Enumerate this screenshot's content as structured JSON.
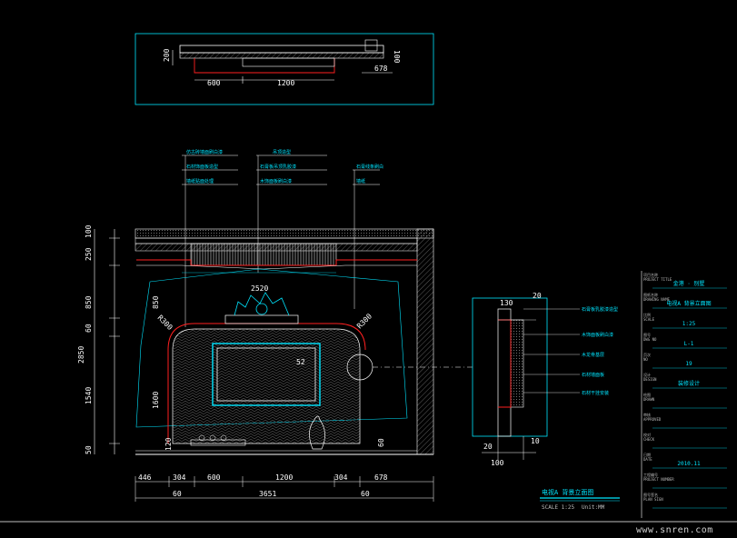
{
  "plan_view": {
    "dims_bottom": [
      "600",
      "1200"
    ],
    "dims_right_top": "100",
    "dims_right_bottom": "678",
    "dim_left": "200"
  },
  "callouts": {
    "left": [
      "仿古砖墙面刷白漆",
      "石材饰面板造型",
      "墙纸贴面处理"
    ],
    "center_title": "吊顶造型",
    "center": [
      "石膏板吊顶乳胶漆",
      "木饰面板刷白漆"
    ],
    "right": [
      "石膏线条刷白",
      "墙纸"
    ]
  },
  "elevation": {
    "left_dims": [
      "100",
      "250",
      "850",
      "60",
      "1540",
      "50"
    ],
    "left_total": "2850",
    "inner_dims": [
      "850",
      "1600",
      "120"
    ],
    "arch_labels": [
      "R300",
      "R300"
    ],
    "top_inner_dim": "2520",
    "tv_label": "52",
    "right_inner_dim": "60",
    "bottom_dims": [
      "446",
      "304",
      "600",
      "1200",
      "304",
      "678"
    ],
    "bottom_small": [
      "60",
      "60"
    ],
    "bottom_total": "3651",
    "title": "电视A 背景立面图",
    "scale": "SCALE 1:25",
    "unit": "Unit:MM"
  },
  "section": {
    "top_dims": [
      "130",
      "20"
    ],
    "labels": [
      "石膏板乳胶漆造型",
      "木饰面板刷白漆",
      "木龙骨基层",
      "石材墙面板",
      "石材干挂安装"
    ],
    "bottom_dims": [
      "20",
      "100",
      "10"
    ]
  },
  "title_block": {
    "rows": [
      {
        "label": "项目名称",
        "sub": "PROJECT TITLE",
        "value": "金港 · 别墅"
      },
      {
        "label": "图纸名称",
        "sub": "DRAWING NAME",
        "value": "电视A 背景立面图"
      },
      {
        "label": "比例",
        "sub": "SCALE",
        "value": "1:25"
      },
      {
        "label": "图号",
        "sub": "DWG NO",
        "value": "L-1"
      },
      {
        "label": "页次",
        "sub": "NO",
        "value": "19"
      },
      {
        "label": "设计",
        "sub": "DESIGN",
        "value": "装修设计"
      },
      {
        "label": "绘图",
        "sub": "DRAWN",
        "value": ""
      },
      {
        "label": "审核",
        "sub": "APPROVED",
        "value": ""
      },
      {
        "label": "校对",
        "sub": "CHECK",
        "value": ""
      },
      {
        "label": "日期",
        "sub": "DATE",
        "value": "2010.11"
      },
      {
        "label": "工程编号",
        "sub": "PROJECT NUMBER",
        "value": ""
      },
      {
        "label": "图号签名",
        "sub": "PLAN SIGN",
        "value": ""
      }
    ]
  },
  "watermark": "www.snren.com",
  "colors": {
    "background": "#000000",
    "line": "#ffffff",
    "accent": "#00e5ff",
    "highlight": "#ff2020"
  }
}
